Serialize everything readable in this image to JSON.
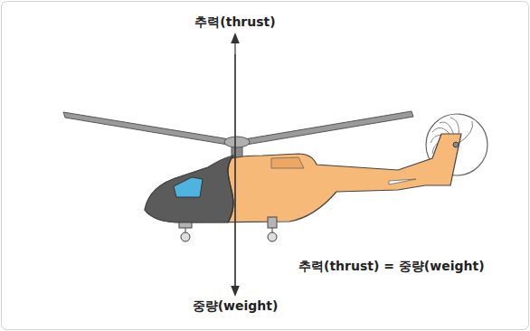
{
  "diagram": {
    "labels": [
      "추력(thrust)",
      "중량(weight)",
      "추력(thrust) = 중량(weight)"
    ]
  }
}
